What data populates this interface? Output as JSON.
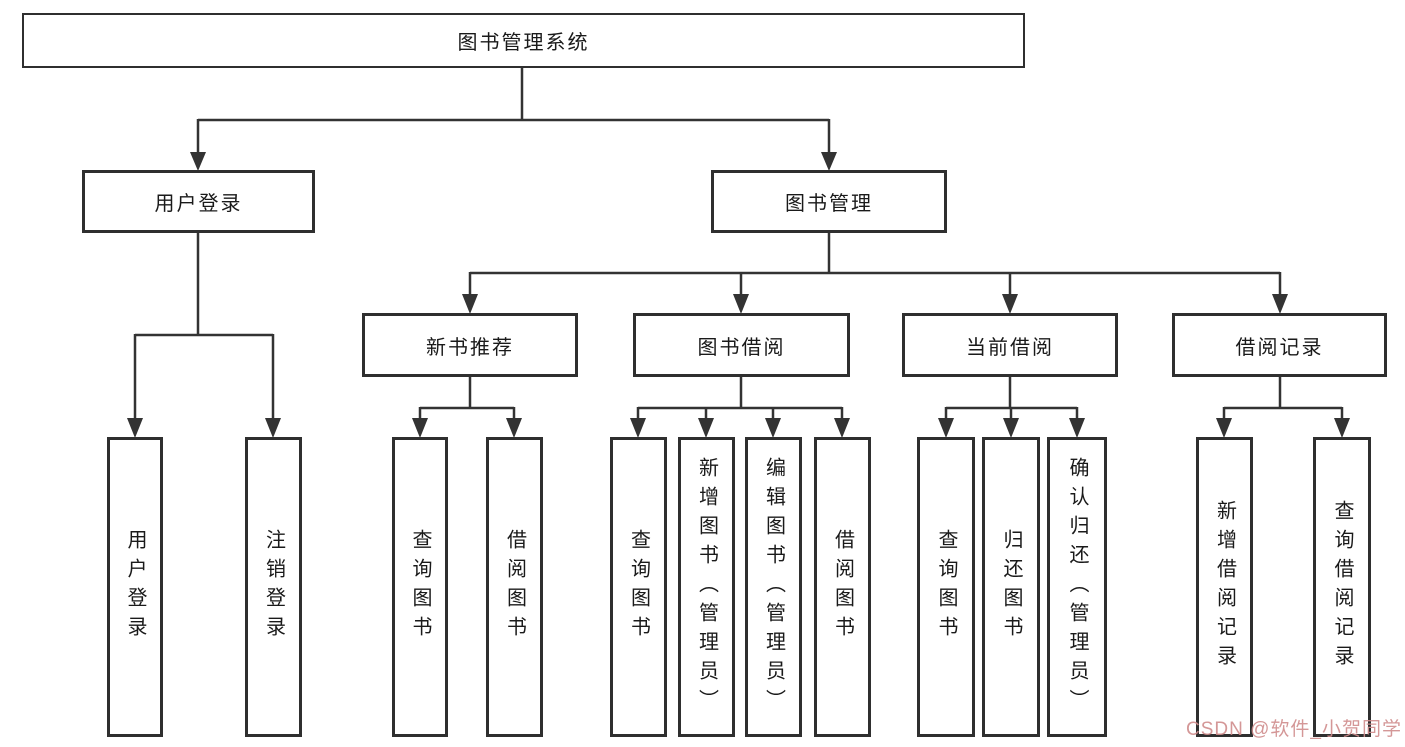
{
  "nodes": {
    "root": {
      "label": "图书管理系统"
    },
    "level2": [
      {
        "label": "用户登录"
      },
      {
        "label": "图书管理"
      }
    ],
    "level3": [
      {
        "label": "新书推荐"
      },
      {
        "label": "图书借阅"
      },
      {
        "label": "当前借阅"
      },
      {
        "label": "借阅记录"
      }
    ],
    "leaves": [
      {
        "label": "用户登录"
      },
      {
        "label": "注销登录"
      },
      {
        "label": "查询图书"
      },
      {
        "label": "借阅图书"
      },
      {
        "label": "查询图书"
      },
      {
        "label": "新增图书（管理员）"
      },
      {
        "label": "编辑图书（管理员）"
      },
      {
        "label": "借阅图书"
      },
      {
        "label": "查询图书"
      },
      {
        "label": "归还图书"
      },
      {
        "label": "确认归还（管理员）"
      },
      {
        "label": "新增借阅记录"
      },
      {
        "label": "查询借阅记录"
      }
    ]
  },
  "watermark": {
    "text": "CSDN @软件_小贺同学",
    "color": "#cf8c8c"
  },
  "colors": {
    "line": "#333333",
    "border": "#2f2f2f",
    "background": "#ffffff",
    "text": "#1a1a1a"
  }
}
